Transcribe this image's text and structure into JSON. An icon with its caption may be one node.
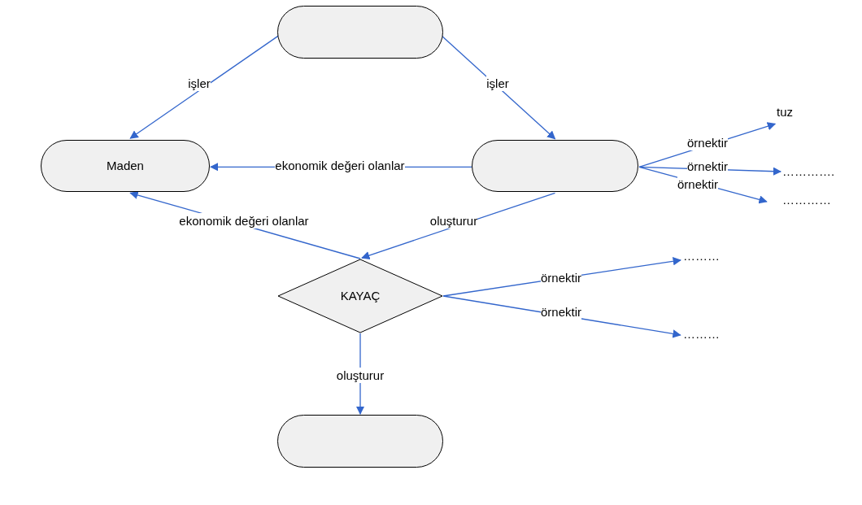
{
  "diagram": {
    "nodes": [
      {
        "text": [],
        "shape": "box"
      },
      {
        "text": [
          "Maden"
        ]
      },
      {
        "text": [],
        "shape": "box"
      },
      {
        "text": [
          "tuz"
        ]
      },
      {
        "text": [
          "…………."
        ]
      },
      {
        "text": [
          "…………"
        ]
      },
      {
        "text": [
          "KAYAÇ"
        ]
      },
      {
        "text": [
          "………"
        ]
      },
      {
        "text": [
          "………"
        ]
      },
      {
        "text": [],
        "shape": "box"
      }
    ],
    "edges": [
      {
        "from": 0,
        "to": 1,
        "arrow": "to",
        "label": "işler"
      },
      {
        "from": 0,
        "to": 2,
        "arrow": "to",
        "label": "işler"
      },
      {
        "from": 2,
        "to": 1,
        "arrow": "to",
        "label": "ekonomik değeri olanlar"
      },
      {
        "from": 6,
        "to": 1,
        "arrow": "to",
        "label": "ekonomik değeri olanlar"
      },
      {
        "from": 2,
        "to": 6,
        "arrow": "to",
        "label": "oluşturur"
      },
      {
        "from": 2,
        "to": 3,
        "arrow": "to",
        "label": "örnektir"
      },
      {
        "from": 2,
        "to": 4,
        "arrow": "to",
        "label": "örnektir"
      },
      {
        "from": 2,
        "to": 5,
        "arrow": "to",
        "label": "örnektir"
      },
      {
        "from": 6,
        "to": 7,
        "arrow": "to",
        "label": "örnektir"
      },
      {
        "from": 6,
        "to": 8,
        "arrow": "to",
        "label": "örnektir"
      },
      {
        "from": 6,
        "to": 9,
        "arrow": "to",
        "label": "oluşturur"
      }
    ]
  }
}
